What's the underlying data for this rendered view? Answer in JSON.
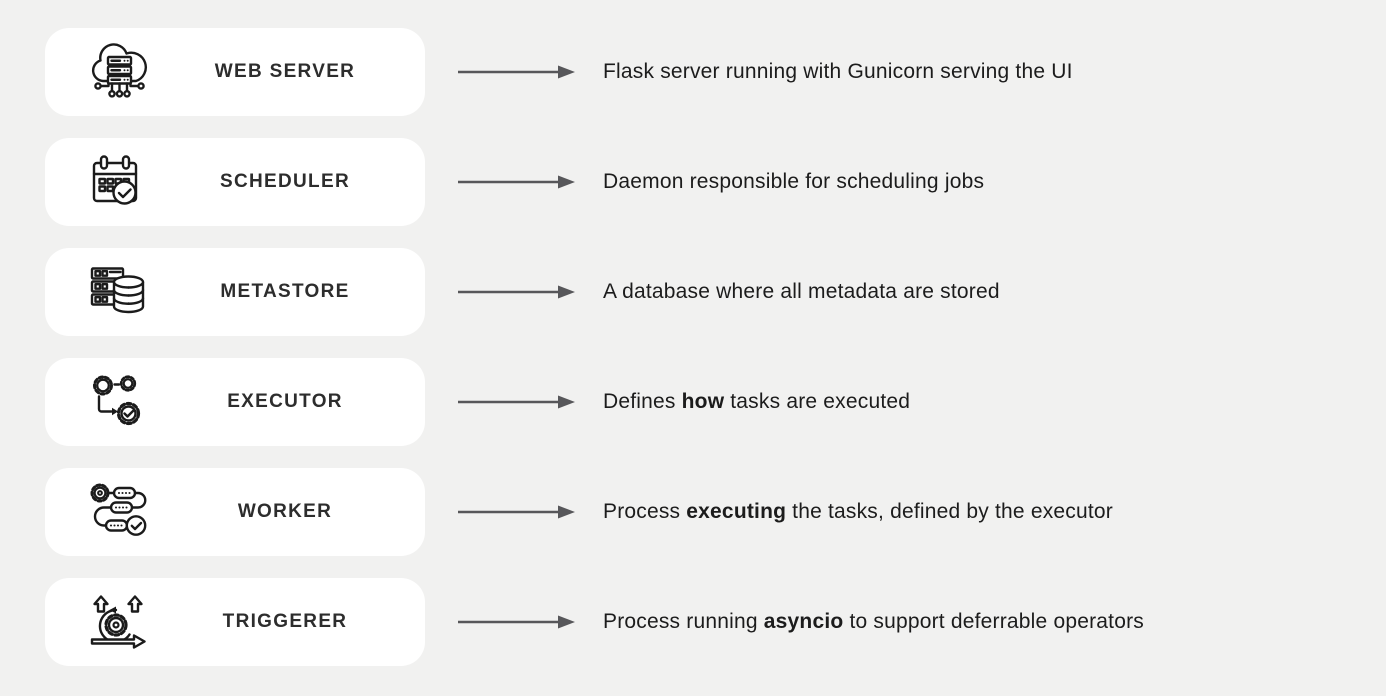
{
  "theme": {
    "background": "#f1f1f0",
    "card_background": "#ffffff",
    "arrow_color": "#57575a",
    "label_color": "#2d2d2d",
    "text_color": "#1c1c1c",
    "icon_stroke": "#1b1b1b"
  },
  "rows": [
    {
      "label": "WEB SERVER",
      "icon": "cloud-server-icon",
      "description": [
        {
          "text": "Flask server running with Gunicorn serving the UI",
          "bold": false
        }
      ]
    },
    {
      "label": "SCHEDULER",
      "icon": "calendar-check-icon",
      "description": [
        {
          "text": "Daemon responsible for scheduling jobs",
          "bold": false
        }
      ]
    },
    {
      "label": "METASTORE",
      "icon": "database-servers-icon",
      "description": [
        {
          "text": "A database where all metadata are stored",
          "bold": false
        }
      ]
    },
    {
      "label": "EXECUTOR",
      "icon": "gears-workflow-icon",
      "description": [
        {
          "text": "Defines ",
          "bold": false
        },
        {
          "text": "how",
          "bold": true
        },
        {
          "text": " tasks are executed",
          "bold": false
        }
      ]
    },
    {
      "label": "WORKER",
      "icon": "gear-task-chain-icon",
      "description": [
        {
          "text": "Process ",
          "bold": false
        },
        {
          "text": "executing",
          "bold": true
        },
        {
          "text": " the tasks, defined by the executor",
          "bold": false
        }
      ]
    },
    {
      "label": "TRIGGERER",
      "icon": "sprint-loop-icon",
      "description": [
        {
          "text": "Process running ",
          "bold": false
        },
        {
          "text": "asyncio",
          "bold": true
        },
        {
          "text": " to support deferrable operators",
          "bold": false
        }
      ]
    }
  ]
}
